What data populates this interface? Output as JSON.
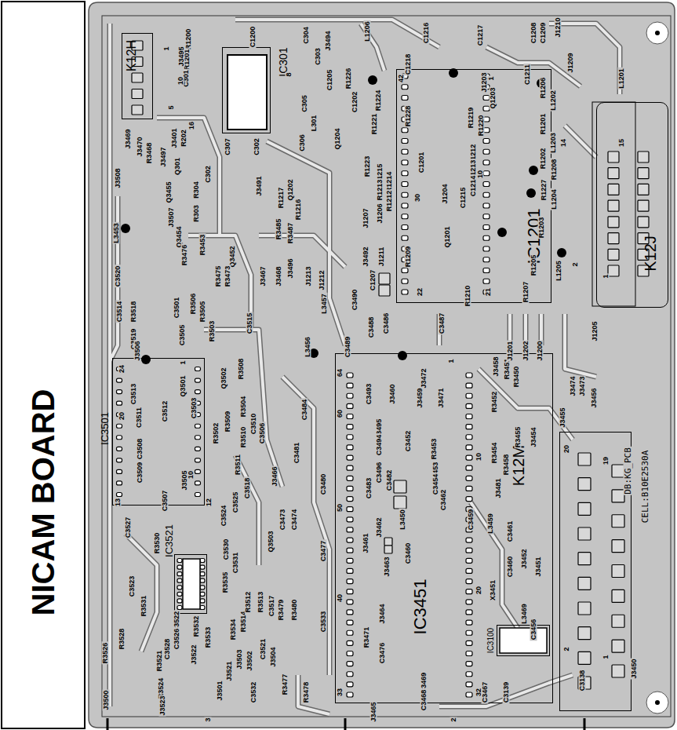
{
  "diagram": {
    "title": "NICAM BOARD",
    "nodes": [
      {
        "text": [
          "IC301"
        ]
      },
      {
        "text": [
          "K12H"
        ]
      },
      {
        "text": [
          "IC1201"
        ]
      },
      {
        "text": [
          "K12J"
        ]
      },
      {
        "text": [
          "IC3501"
        ]
      },
      {
        "text": [
          "IC3521"
        ]
      },
      {
        "text": [
          "IC3451"
        ]
      },
      {
        "text": [
          "K12M"
        ]
      },
      {
        "text": [
          "IC3100"
        ]
      }
    ],
    "labels": [
      "R1200",
      "R1201",
      "C1200",
      "J3495",
      "C301",
      "1",
      "10",
      "5",
      "C304",
      "J3494",
      "C303",
      "8",
      "L1206",
      "C1216",
      "C1217",
      "C1208",
      "C1209",
      "J1210",
      "J1209",
      "C1211",
      "R1206",
      "L1201",
      "C1205",
      "R1226",
      "C1218",
      "J1203",
      "Q1203",
      "R1228",
      "R1219",
      "R1220",
      "C1202",
      "R1224",
      "R1221",
      "L1202",
      "R1201",
      "L1203",
      "R1202",
      "R1208",
      "L1204",
      "R1227",
      "R1203",
      "R1205",
      "L1205",
      "R1207",
      "14",
      "15",
      "2",
      "1",
      "42",
      "30",
      "10",
      "22",
      "21",
      "1",
      "C1201",
      "C1212",
      "C1213",
      "C1214",
      "C1215",
      "J1204",
      "Q1201",
      "R1209",
      "R1210",
      "J1205",
      "J3469",
      "J3470",
      "R3468",
      "J3497",
      "J3401",
      "R202",
      "16",
      "C307",
      "C302",
      "C305",
      "C306",
      "L301",
      "Q1204",
      "R1223",
      "R1215",
      "R1214",
      "R1213",
      "R1212",
      "J1206",
      "J1207",
      "J3492",
      "J1211",
      "R1216",
      "R1217",
      "J3491",
      "Q1202",
      "R304",
      "R303",
      "Q301",
      "C302",
      "Q3455",
      "R3485",
      "R3487",
      "J3507",
      "J3508",
      "L3453",
      "Q3454",
      "R3453",
      "Q3452",
      "R3476",
      "R3473",
      "R3475",
      "J3467",
      "J3468",
      "J3496",
      "J1213",
      "J1212",
      "C1207",
      "C3520",
      "C3514",
      "R3518",
      "C3501",
      "R3506",
      "R3505",
      "C3515",
      "L3457",
      "C3490",
      "C3486",
      "C3488",
      "C3487",
      "C3519",
      "C3505",
      "R3503",
      "L3456",
      "C3489",
      "J3506",
      "R3508",
      "Q3501",
      "Q3502",
      "C3513",
      "C3503",
      "R3504",
      "R3509",
      "R3502",
      "R3510",
      "C3510",
      "C3506",
      "C3511",
      "C3512",
      "24",
      "20",
      "1",
      "13",
      "12",
      "10",
      "R3511",
      "C3518",
      "C3508",
      "C3509",
      "C3507",
      "J3505",
      "C3525",
      "C3524",
      "C3527",
      "C3484",
      "C3481",
      "J3466",
      "C3480",
      "C3473",
      "C3474",
      "Q3503",
      "C3477",
      "R3530",
      "C3530",
      "C3531",
      "R3535",
      "C3523",
      "R3531",
      "C3522",
      "R3532",
      "R3533",
      "R3534",
      "R3514",
      "R3512",
      "R3513",
      "C3517",
      "R3479",
      "R3480",
      "C3533",
      "C3521",
      "J3504",
      "J3502",
      "J3503",
      "R3528",
      "C3526",
      "C3528",
      "R3526",
      "J3522",
      "R3521",
      "R3524",
      "J3523",
      "J3500",
      "J3501",
      "J3521",
      "C3532",
      "R3477",
      "R3478",
      "64",
      "60",
      "50",
      "40",
      "33",
      "32",
      "20",
      "10",
      "1",
      "J3472",
      "C3493",
      "C3495",
      "C3494",
      "C3496",
      "C3483",
      "C3482",
      "J3460",
      "J3459",
      "J3471",
      "C3452",
      "R3453",
      "C3453",
      "C3454",
      "C3462",
      "J3461",
      "J3462",
      "L3450",
      "C3460",
      "J3463",
      "J3464",
      "R3471",
      "C3476",
      "J3465",
      "C3469",
      "C3468",
      "J3458",
      "R3451",
      "R3450",
      "R3452",
      "J1201",
      "J1202",
      "J1200",
      "J3474",
      "J3473",
      "J3456",
      "J3455",
      "J3454",
      "R3455",
      "R3454",
      "R3458",
      "J3481",
      "C3459",
      "L3459",
      "C3461",
      "C3460",
      "X3451",
      "J3452",
      "J3451",
      "L3469",
      "C3456",
      "C3467",
      "C3139",
      "C3138",
      "J3450",
      "20",
      "19",
      "2",
      "1",
      "DB:KG_PCB",
      "CELL:B10E2530A",
      "3",
      "2"
    ]
  }
}
